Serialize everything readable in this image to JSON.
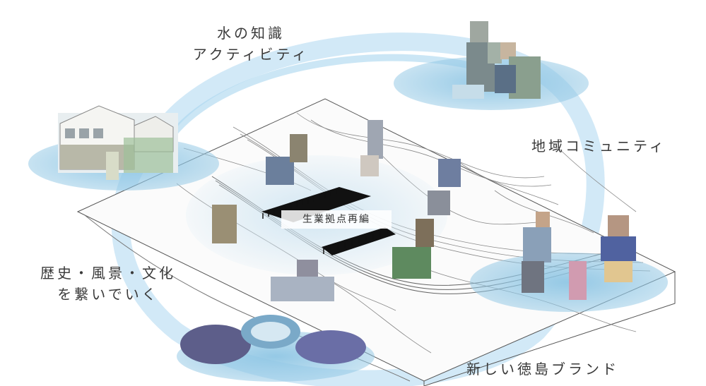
{
  "labels": {
    "water_knowledge_line1": "水の知識",
    "water_knowledge_line2": "アクティビティ",
    "regional_community": "地域コミュニティ",
    "history_line1": "歴史・風景・文化",
    "history_line2": "を繋いでいく",
    "new_brand": "新しい徳島ブランド",
    "center": "生業拠点再編"
  },
  "colors": {
    "ellipse_fill": "#8fc6e4",
    "ring": "#9fd0ec",
    "outline": "#555555"
  },
  "icons": {
    "houses": "townscape-illustration",
    "people": "pixelated-figures",
    "center": "black-comb-roof-structures"
  }
}
